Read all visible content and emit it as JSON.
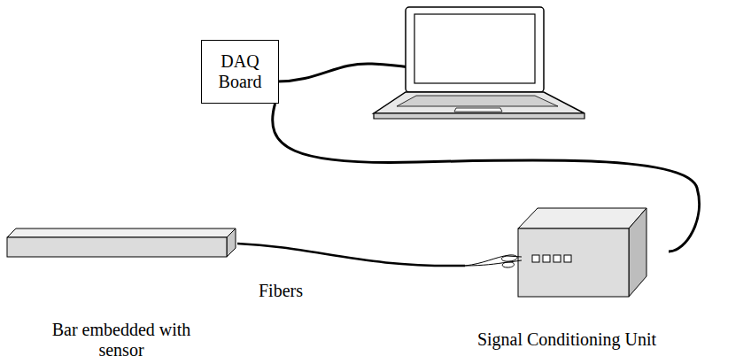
{
  "diagram": {
    "nodes": [
      {
        "text": [
          "DAQ Board"
        ]
      },
      {
        "text": [
          "Bar embedded with sensor"
        ]
      },
      {
        "text": [
          "Signal Conditioning Unit"
        ]
      }
    ],
    "edges": [
      {
        "from": 0,
        "to": 2,
        "arrow": "none"
      },
      {
        "from": 1,
        "to": 2,
        "label": "Fibers",
        "arrow": "none"
      }
    ]
  }
}
